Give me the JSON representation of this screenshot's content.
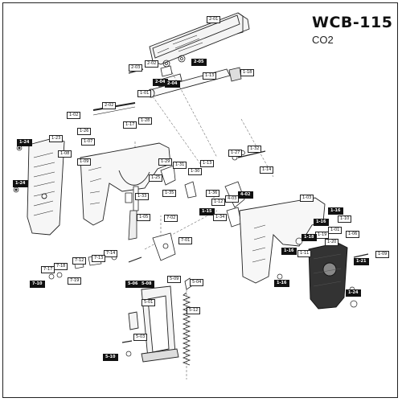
{
  "header": {
    "title": "WCB-115",
    "subtitle": "CO2"
  },
  "callouts": [
    {
      "text": "2-01",
      "dark": false
    },
    {
      "text": "2-03",
      "dark": false
    },
    {
      "text": "2-02",
      "dark": false
    },
    {
      "text": "2-05",
      "dark": true
    },
    {
      "text": "2-04",
      "dark": true
    },
    {
      "text": "2-04",
      "dark": true
    },
    {
      "text": "1-18",
      "dark": false
    },
    {
      "text": "1-13",
      "dark": false
    },
    {
      "text": "2-02",
      "dark": false
    },
    {
      "text": "1-01",
      "dark": false
    },
    {
      "text": "1-02",
      "dark": false
    },
    {
      "text": "1-26",
      "dark": false
    },
    {
      "text": "1-17",
      "dark": false
    },
    {
      "text": "1-28",
      "dark": false
    },
    {
      "text": "1-07",
      "dark": false
    },
    {
      "text": "1-08",
      "dark": false
    },
    {
      "text": "1-09",
      "dark": false
    },
    {
      "text": "1-23",
      "dark": false
    },
    {
      "text": "1-24",
      "dark": true
    },
    {
      "text": "1-24",
      "dark": true
    },
    {
      "text": "1-27",
      "dark": false
    },
    {
      "text": "1-32",
      "dark": false
    },
    {
      "text": "1-13",
      "dark": false
    },
    {
      "text": "1-14",
      "dark": false
    },
    {
      "text": "1-29",
      "dark": false
    },
    {
      "text": "1-31",
      "dark": false
    },
    {
      "text": "1-30",
      "dark": false
    },
    {
      "text": "1-25",
      "dark": false
    },
    {
      "text": "1-33",
      "dark": false
    },
    {
      "text": "1-35",
      "dark": false
    },
    {
      "text": "1-36",
      "dark": false
    },
    {
      "text": "1-05",
      "dark": false
    },
    {
      "text": "1-12",
      "dark": false
    },
    {
      "text": "1-15",
      "dark": true
    },
    {
      "text": "1-34",
      "dark": false
    },
    {
      "text": "4-03",
      "dark": false
    },
    {
      "text": "4-02",
      "dark": true
    },
    {
      "text": "1-03",
      "dark": false
    },
    {
      "text": "1-16",
      "dark": true
    },
    {
      "text": "1-10",
      "dark": false
    },
    {
      "text": "1-01",
      "dark": false
    },
    {
      "text": "1-19",
      "dark": false
    },
    {
      "text": "1-06",
      "dark": false
    },
    {
      "text": "1-18",
      "dark": true
    },
    {
      "text": "1-16",
      "dark": true
    },
    {
      "text": "1-16",
      "dark": true
    },
    {
      "text": "1-11",
      "dark": false
    },
    {
      "text": "1-20",
      "dark": false
    },
    {
      "text": "1-21",
      "dark": true
    },
    {
      "text": "1-09",
      "dark": false
    },
    {
      "text": "1-24",
      "dark": true
    },
    {
      "text": "1-16",
      "dark": true
    },
    {
      "text": "7-17",
      "dark": false
    },
    {
      "text": "7-18",
      "dark": false
    },
    {
      "text": "7-19",
      "dark": false
    },
    {
      "text": "7-10",
      "dark": true
    },
    {
      "text": "7-14",
      "dark": false
    },
    {
      "text": "7-13",
      "dark": false
    },
    {
      "text": "7-12",
      "dark": false
    },
    {
      "text": "7-01",
      "dark": false
    },
    {
      "text": "7-02",
      "dark": false
    },
    {
      "text": "5-06",
      "dark": true
    },
    {
      "text": "5-08",
      "dark": true
    },
    {
      "text": "5-09",
      "dark": false
    },
    {
      "text": "5-04",
      "dark": false
    },
    {
      "text": "5-01",
      "dark": false
    },
    {
      "text": "5-03",
      "dark": false
    },
    {
      "text": "5-10",
      "dark": true
    },
    {
      "text": "5-12",
      "dark": false
    }
  ]
}
